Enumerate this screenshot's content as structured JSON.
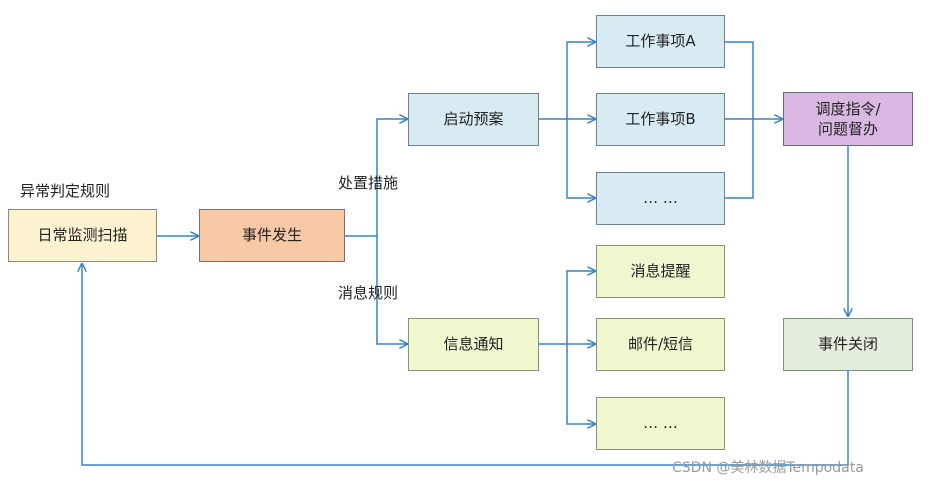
{
  "nodes": {
    "daily_scan": "日常监测扫描",
    "event_occur": "事件发生",
    "start_plan": "启动预案",
    "info_notify": "信息通知",
    "task_a": "工作事项A",
    "task_b": "工作事项B",
    "task_more": "…  …",
    "msg_remind": "消息提醒",
    "mail_sms": "邮件/短信",
    "msg_more": "…  …",
    "dispatch_line1": "调度指令/",
    "dispatch_line2": "问题督办",
    "event_close": "事件关闭"
  },
  "labels": {
    "anomaly_rules": "异常判定规则",
    "measures": "处置措施",
    "message_rules": "消息规则"
  },
  "watermark": "CSDN @美林数据Tempodata",
  "colors": {
    "line": "#3b83c2",
    "yellow": "#fdf2cf",
    "orange": "#f8c9a6",
    "blue": "#d8ebf3",
    "green": "#eef7cd",
    "purple": "#d9b9e2",
    "sage": "#e3efdc"
  }
}
